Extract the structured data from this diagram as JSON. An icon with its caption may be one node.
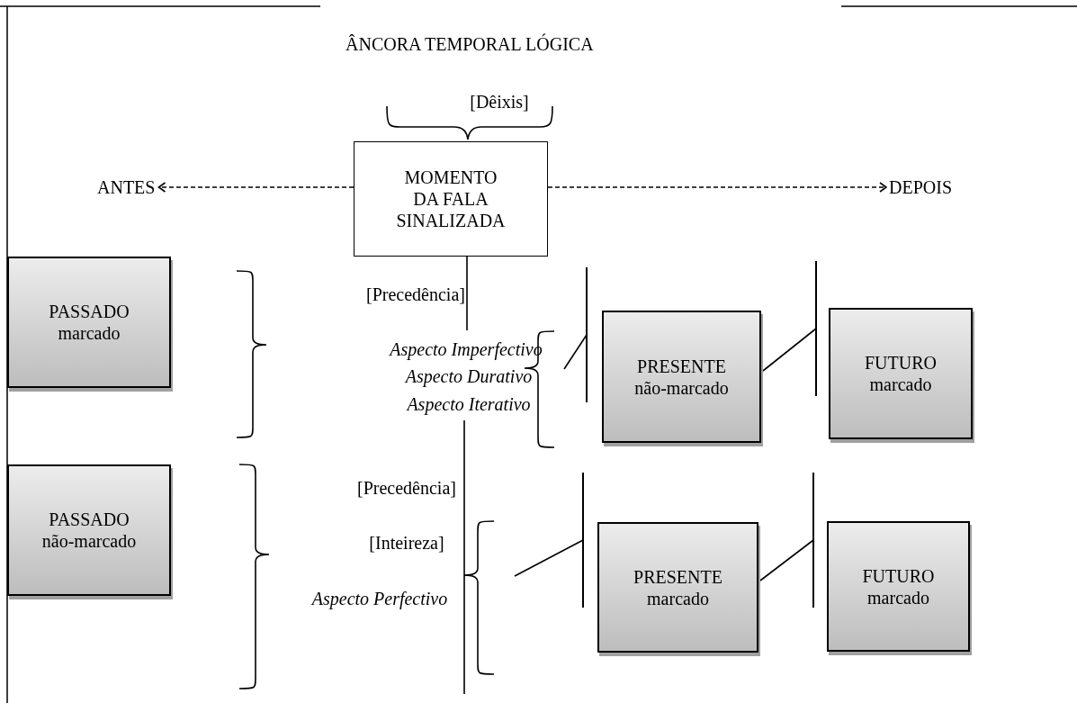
{
  "diagram": {
    "title": "ÂNCORA TEMPORAL LÓGICA",
    "nodes": [
      {
        "text": [
          "MOMENTO DA FALA SINALIZADA"
        ]
      },
      {
        "text": [
          "ANTES"
        ]
      },
      {
        "text": [
          "DEPOIS"
        ]
      },
      {
        "text": [
          "PASSADO marcado"
        ]
      },
      {
        "text": [
          "PRESENTE não-marcado"
        ]
      },
      {
        "text": [
          "FUTURO marcado"
        ]
      },
      {
        "text": [
          "PASSADO não-marcado"
        ]
      },
      {
        "text": [
          "PRESENTE marcado"
        ]
      },
      {
        "text": [
          "FUTURO marcado"
        ]
      }
    ],
    "edges": [
      {
        "from": 0,
        "to": 1,
        "arrow": "to",
        "style": "dashed"
      },
      {
        "from": 0,
        "to": 2,
        "arrow": "to",
        "style": "dashed"
      },
      {
        "from": 0,
        "to": null,
        "arrow": "none"
      },
      {
        "from": null,
        "to": 4,
        "arrow": "other"
      },
      {
        "from": 4,
        "to": 5,
        "arrow": "other"
      },
      {
        "from": null,
        "to": 7,
        "arrow": "other"
      },
      {
        "from": 7,
        "to": 8,
        "arrow": "other"
      }
    ],
    "labels": [
      "[Dêixis]",
      "[Precedência]",
      "Aspecto Imperfectivo",
      "Aspecto Durativo",
      "Aspecto Iterativo",
      "[Precedência]",
      "[Inteireza]",
      "Aspecto Perfectivo"
    ]
  }
}
